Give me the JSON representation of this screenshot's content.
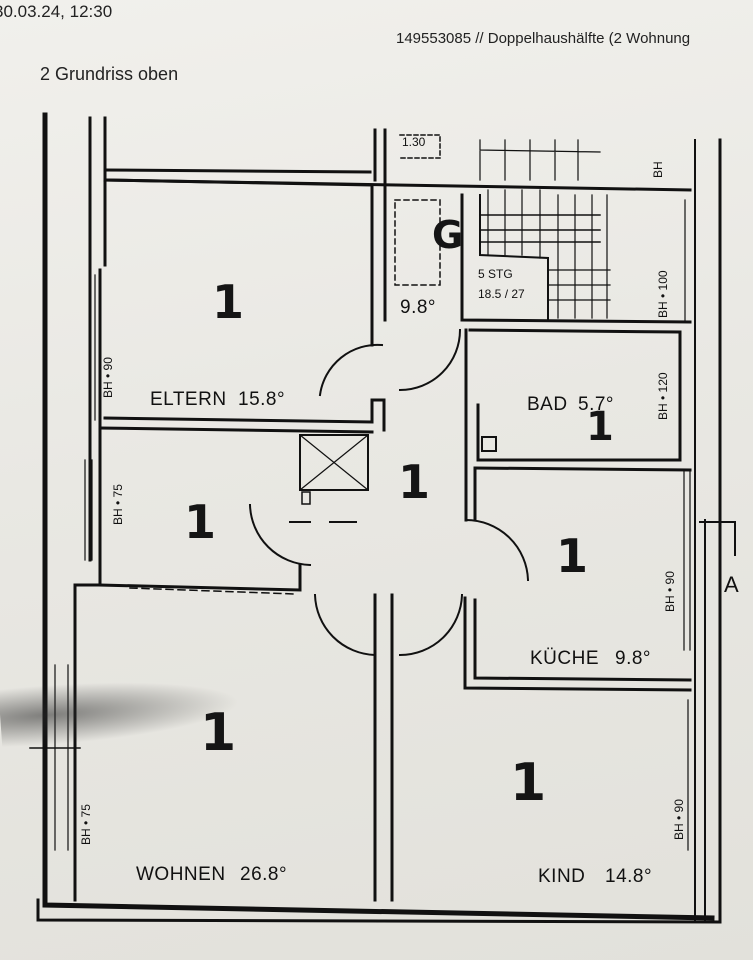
{
  "header": {
    "date_time": "30.03.24, 12:30",
    "reference": "149553085 // Doppelhaushälfte (2 Wohnung",
    "title": "2 Grundriss oben"
  },
  "rooms": {
    "eltern": {
      "name": "ELTERN",
      "area": "15.8°"
    },
    "bad": {
      "name": "BAD",
      "area": "5.7°"
    },
    "kueche": {
      "name": "KÜCHE",
      "area": "9.8°"
    },
    "wohnen": {
      "name": "WOHNEN",
      "area": "26.8°"
    },
    "kind": {
      "name": "KIND",
      "area": "14.8°"
    },
    "stair_room": {
      "area": "9.8°"
    }
  },
  "stairs": {
    "label": "5 STG",
    "dims": "18.5 / 27"
  },
  "small_label": "1.30",
  "window_labels": {
    "eltern": "BH • 90",
    "mid_left": "BH • 75",
    "wohnen": "BH • 75",
    "top_right": "BH",
    "stair_right": "BH • 100",
    "bad": "BH • 120",
    "kueche": "BH • 90",
    "kind": "BH • 90"
  },
  "section_marker": "A",
  "handwriting": {
    "mark": "1",
    "g_mark": "G"
  }
}
